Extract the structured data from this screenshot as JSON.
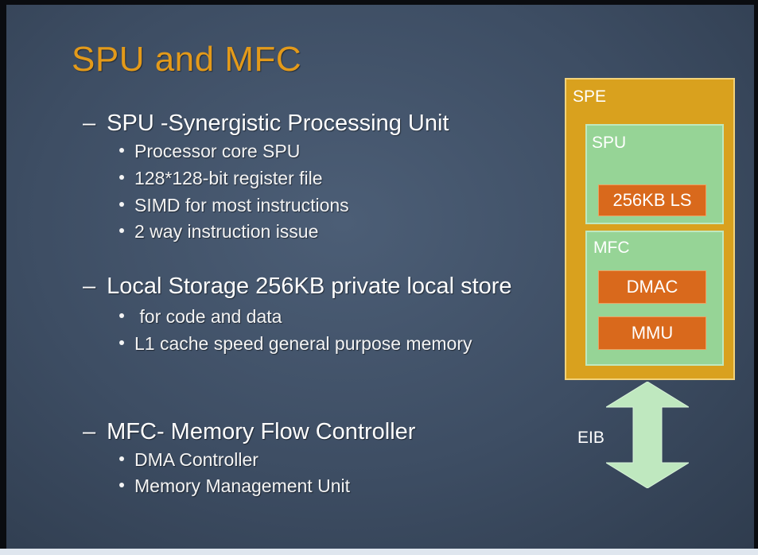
{
  "slide": {
    "title": "SPU and MFC",
    "sections": [
      {
        "dash": "–",
        "heading": "SPU -Synergistic Processing Unit",
        "bullets": [
          "Processor core SPU",
          "128*128-bit register file",
          "SIMD for most instructions",
          "2 way instruction issue"
        ]
      },
      {
        "dash": "–",
        "heading": "Local Storage 256KB private local store",
        "bullets": [
          " for code and data",
          "L1 cache speed general purpose memory"
        ]
      },
      {
        "dash": "–",
        "heading": "MFC- Memory Flow Controller",
        "bullets": [
          "DMA Controller",
          "Memory Management Unit"
        ]
      }
    ]
  },
  "diagram": {
    "spe_label": "SPE",
    "spu_label": "SPU",
    "local_store_label": "256KB LS",
    "mfc_label": "MFC",
    "dmac_label": "DMAC",
    "mmu_label": "MMU",
    "eib_label": "EIB"
  },
  "colors": {
    "background": "#3d4d63",
    "title": "#e39a1a",
    "spe_box": "#d9a11e",
    "inner_box": "#96d496",
    "orange_block": "#d9691c",
    "arrow": "#bfe8bf"
  }
}
